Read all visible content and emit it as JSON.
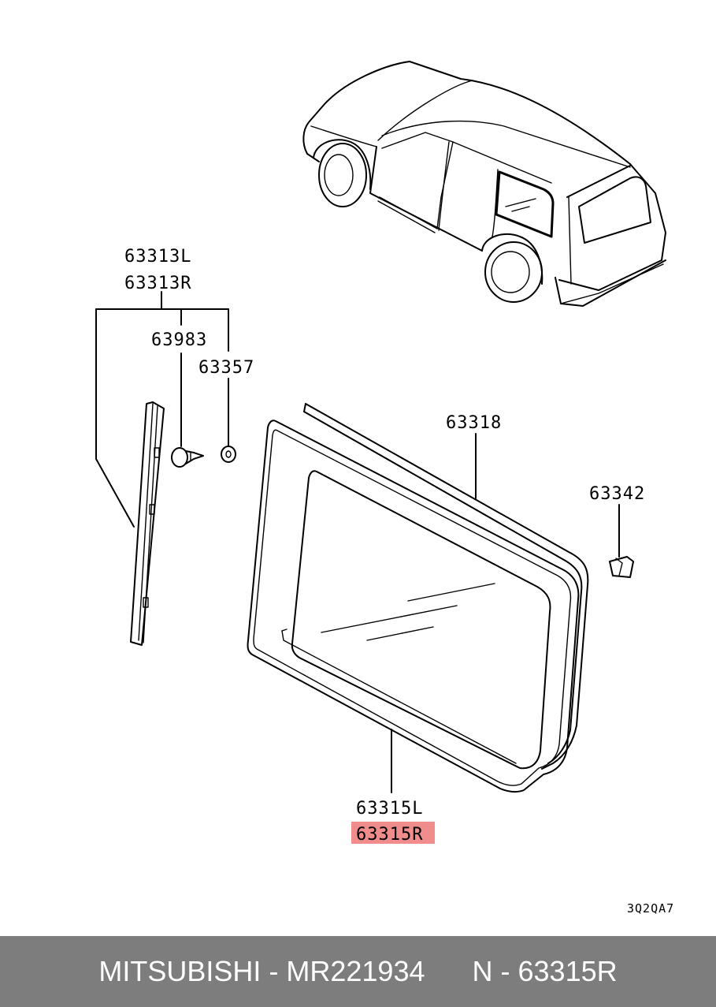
{
  "labels": {
    "trim_l": "63313L",
    "trim_r": "63313R",
    "clip": "63983",
    "grommet": "63357",
    "weatherstrip": "63318",
    "bracket": "63342",
    "glass_l": "63315L",
    "glass_r": "63315R",
    "diagram_code": "3Q2QA7"
  },
  "highlight_color": "#f08c8c",
  "footer": {
    "brand_part": "MITSUBISHI - MR221934",
    "ref": "N - 63315R"
  }
}
